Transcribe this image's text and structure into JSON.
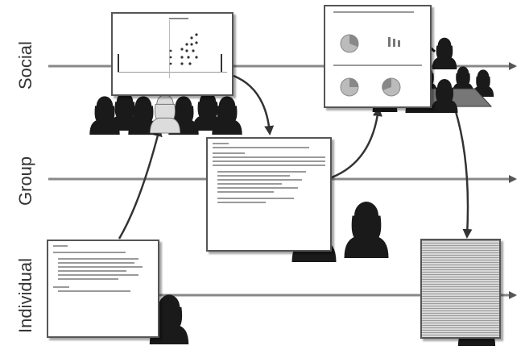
{
  "lanes": {
    "social": "Social",
    "group": "Group",
    "individual": "Individual"
  },
  "colors": {
    "line": "#777777",
    "arrow": "#444444",
    "silhouette": "#1a1a1a",
    "table": "#7a7a7a",
    "report": "#b0b0b0"
  },
  "icons": {
    "person": "person-silhouette-icon",
    "presenter": "presenter-icon",
    "meeting": "meeting-table-icon"
  }
}
